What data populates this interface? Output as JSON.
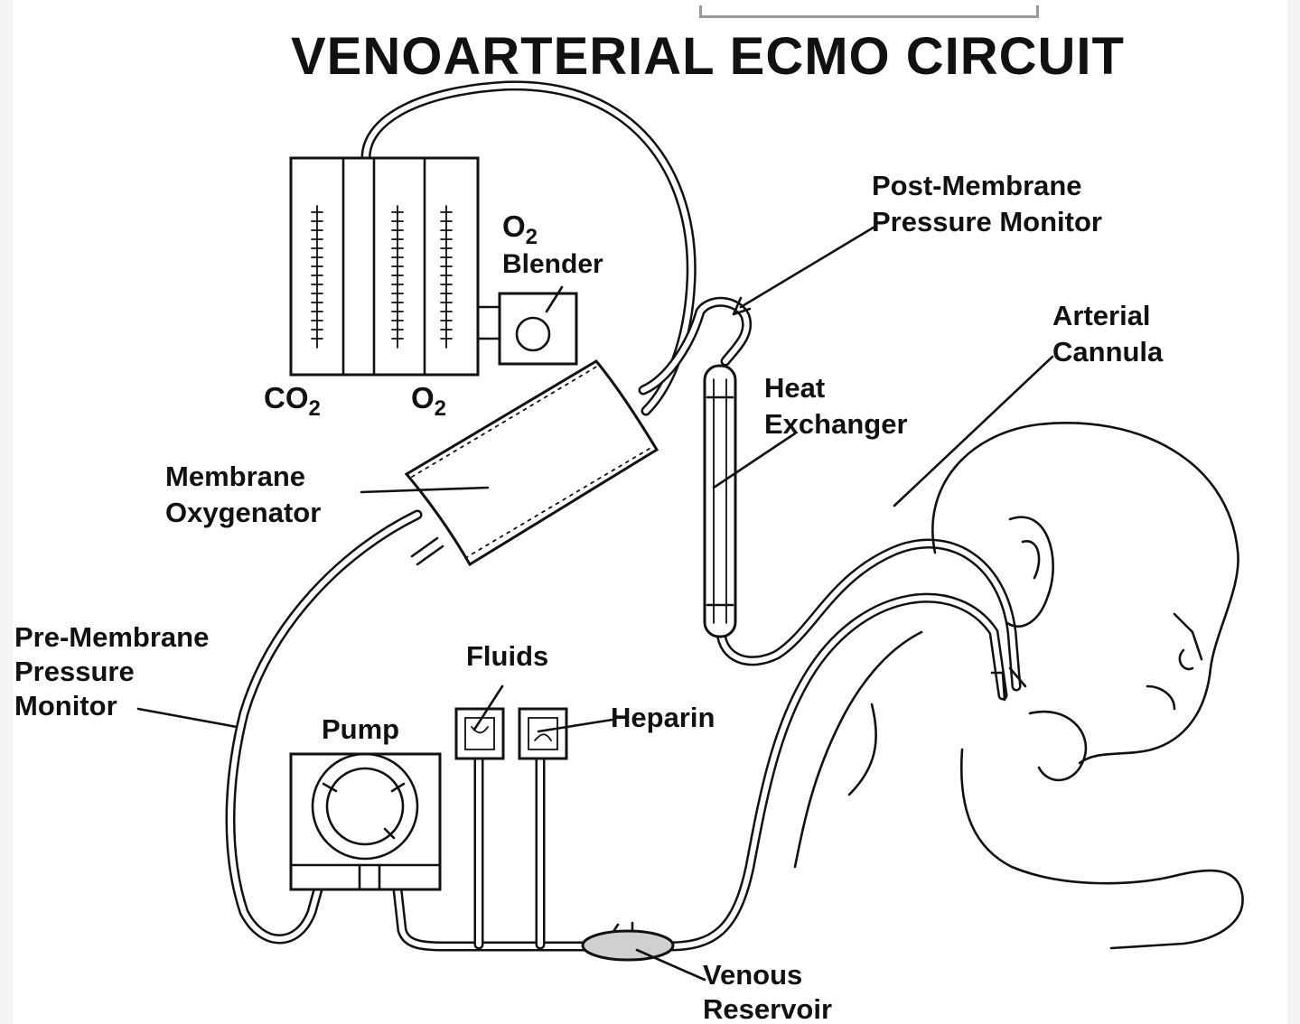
{
  "title": "VENOARTERIAL ECMO CIRCUIT",
  "labels": {
    "o2_symbol": "O",
    "o2_sub": "2",
    "blender": "Blender",
    "co2_symbol": "CO",
    "co2_sub": "2",
    "o2_gas_symbol": "O",
    "o2_gas_sub": "2",
    "post_membrane_line1": "Post-Membrane",
    "post_membrane_line2": "Pressure Monitor",
    "arterial_line1": "Arterial",
    "arterial_line2": "Cannula",
    "heat_line1": "Heat",
    "heat_line2": "Exchanger",
    "membrane_line1": "Membrane",
    "membrane_line2": "Oxygenator",
    "pre_membrane_line1": "Pre-Membrane",
    "pre_membrane_line2": "Pressure",
    "pre_membrane_line3": "Monitor",
    "fluids": "Fluids",
    "heparin": "Heparin",
    "pump": "Pump",
    "venous_line1": "Venous",
    "venous_line2": "Reservoir"
  }
}
